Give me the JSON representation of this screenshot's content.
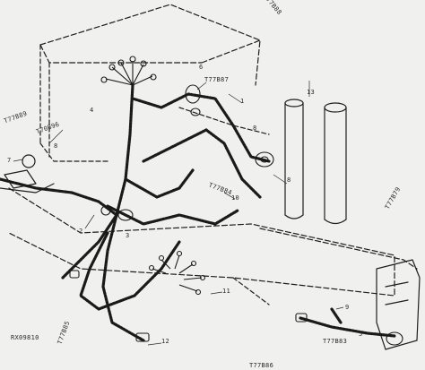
{
  "diagram": {
    "callouts": [
      "6",
      "1",
      "8",
      "7",
      "8",
      "2",
      "10",
      "8",
      "11",
      "3",
      "12",
      "4",
      "5",
      "9",
      "13"
    ],
    "part_numbers": [
      "T77B88",
      "T77B87 ",
      "T77B89 ",
      "T70B96 ",
      "T77B84 ",
      "T77B79",
      "T77B85",
      "T77B83 ",
      "T77B86"
    ],
    "watermark_code": "RX09810"
  }
}
